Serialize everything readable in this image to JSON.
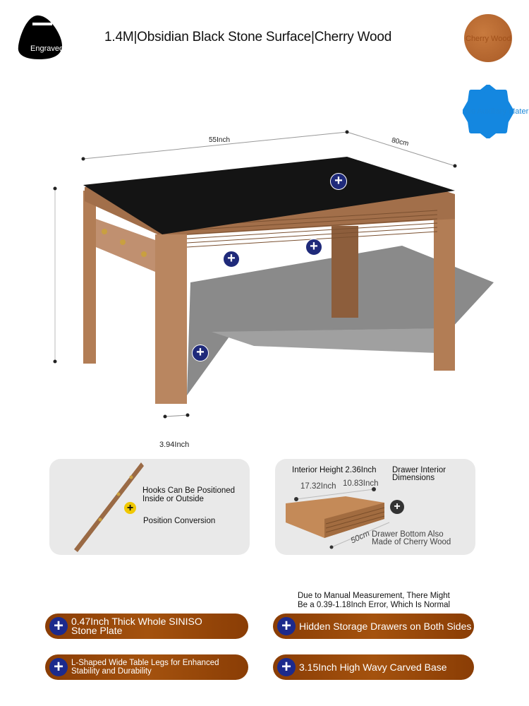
{
  "header": {
    "title": "1.4M|Obsidian Black Stone Surface|Cherry Wood",
    "engrave_label": "Engraved",
    "wood_swatch_label": "Cherry Wood",
    "material_swatch_label": "No Auxiliary Material"
  },
  "colors": {
    "pill": "#9a4a0a",
    "plus_navy": "#1f2a7a",
    "stone": "#111111",
    "wood": "#b27d55",
    "mat_blue": "#1487e0"
  },
  "dimensions": {
    "length": "55Inch",
    "width": "80cm",
    "leg": "3.94Inch"
  },
  "hook_panel": {
    "line1": "Hooks Can Be Positioned",
    "line2": "Inside or Outside",
    "label": "Position Conversion"
  },
  "drawer_panel": {
    "height": "Interior Height 2.36Inch",
    "title_line1": "Drawer Interior",
    "title_line2": "Dimensions",
    "dim_a": "17.32Inch",
    "dim_b": "10.83Inch",
    "dim_c": "50cm",
    "bottom_line1": "Drawer Bottom Also",
    "bottom_line2": "Made of Cherry Wood"
  },
  "note": {
    "line1": "Due to Manual Measurement, There Might",
    "line2": "Be a 0.39-1.18Inch Error, Which Is Normal"
  },
  "features": [
    {
      "line1": "0.47Inch Thick Whole SINISO",
      "line2": "Stone Plate"
    },
    {
      "line1": "Hidden Storage Drawers on Both Sides"
    },
    {
      "line1": "L-Shaped Wide Table Legs for Enhanced",
      "line2": "Stability and Durability"
    },
    {
      "line1": "3.15Inch High Wavy Carved Base"
    }
  ]
}
